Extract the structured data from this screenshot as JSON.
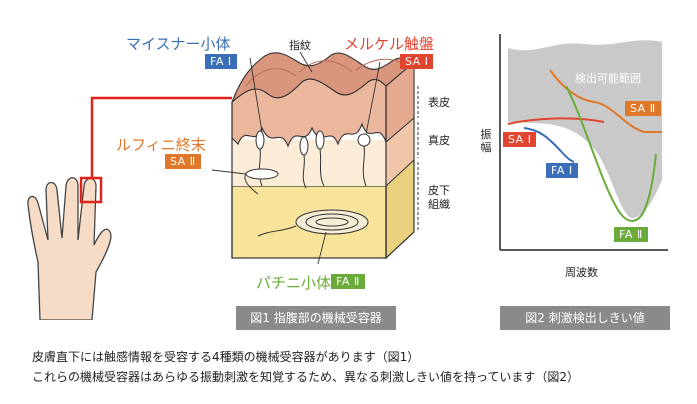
{
  "colors": {
    "fa1": "#3a6fb7",
    "sa1": "#e2452f",
    "sa2": "#e0782b",
    "fa2": "#6aab3a",
    "caption_bg": "#8a8a8a"
  },
  "fig1": {
    "caption": "図1 指腹部の機械受容器",
    "meissner": {
      "name": "マイスナー小体",
      "badge": "FA Ⅰ"
    },
    "merkel": {
      "name": "メルケル触盤",
      "badge": "SA Ⅰ"
    },
    "ruffini": {
      "name": "ルフィニ終末",
      "badge": "SA Ⅱ"
    },
    "pacini": {
      "name": "パチニ小体",
      "badge": "FA Ⅱ"
    },
    "fingerprint": "指紋",
    "epidermis": "表皮",
    "dermis": "真皮",
    "subcutaneous": [
      "皮下",
      "組織"
    ]
  },
  "fig2": {
    "caption": "図2 刺激検出しきい値",
    "detectable_range": "検出可能範囲",
    "y_axis": [
      "振",
      "幅"
    ],
    "x_axis": "周波数",
    "badges": {
      "sa2": "SA Ⅱ",
      "sa1": "SA Ⅰ",
      "fa1": "FA Ⅰ",
      "fa2": "FA Ⅱ"
    }
  },
  "description": [
    "皮膚直下には触感情報を受容する4種類の機械受容器があります（図1）",
    "これらの機械受容器はあらゆる振動刺激を知覚するため、異なる刺激しきい値を持っています（図2）"
  ]
}
